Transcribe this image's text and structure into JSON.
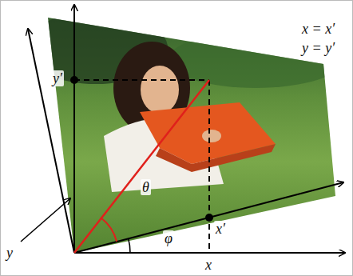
{
  "diagram": {
    "labels": [
      "x = x′",
      "y = y′",
      "y′",
      "y",
      "θ",
      "φ",
      "x′",
      "x"
    ]
  }
}
